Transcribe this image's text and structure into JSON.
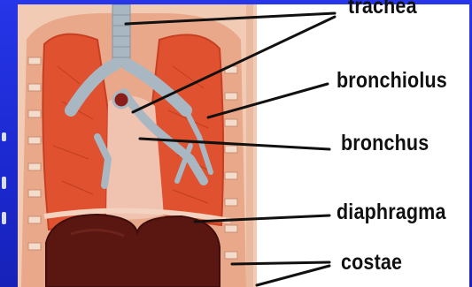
{
  "labels": {
    "trachea": "trachea",
    "bronchiolus": "bronchiolus",
    "bronchus": "bronchus",
    "diaphragma": "diaphragma",
    "costae": "costae"
  },
  "colors": {
    "slide_background": "#1d2bd8",
    "label_panel": "#ffffff",
    "lung_tissue": "#e0522f",
    "airway": "#a9b7c2",
    "liver": "#5a1712",
    "label_text": "#111111"
  }
}
